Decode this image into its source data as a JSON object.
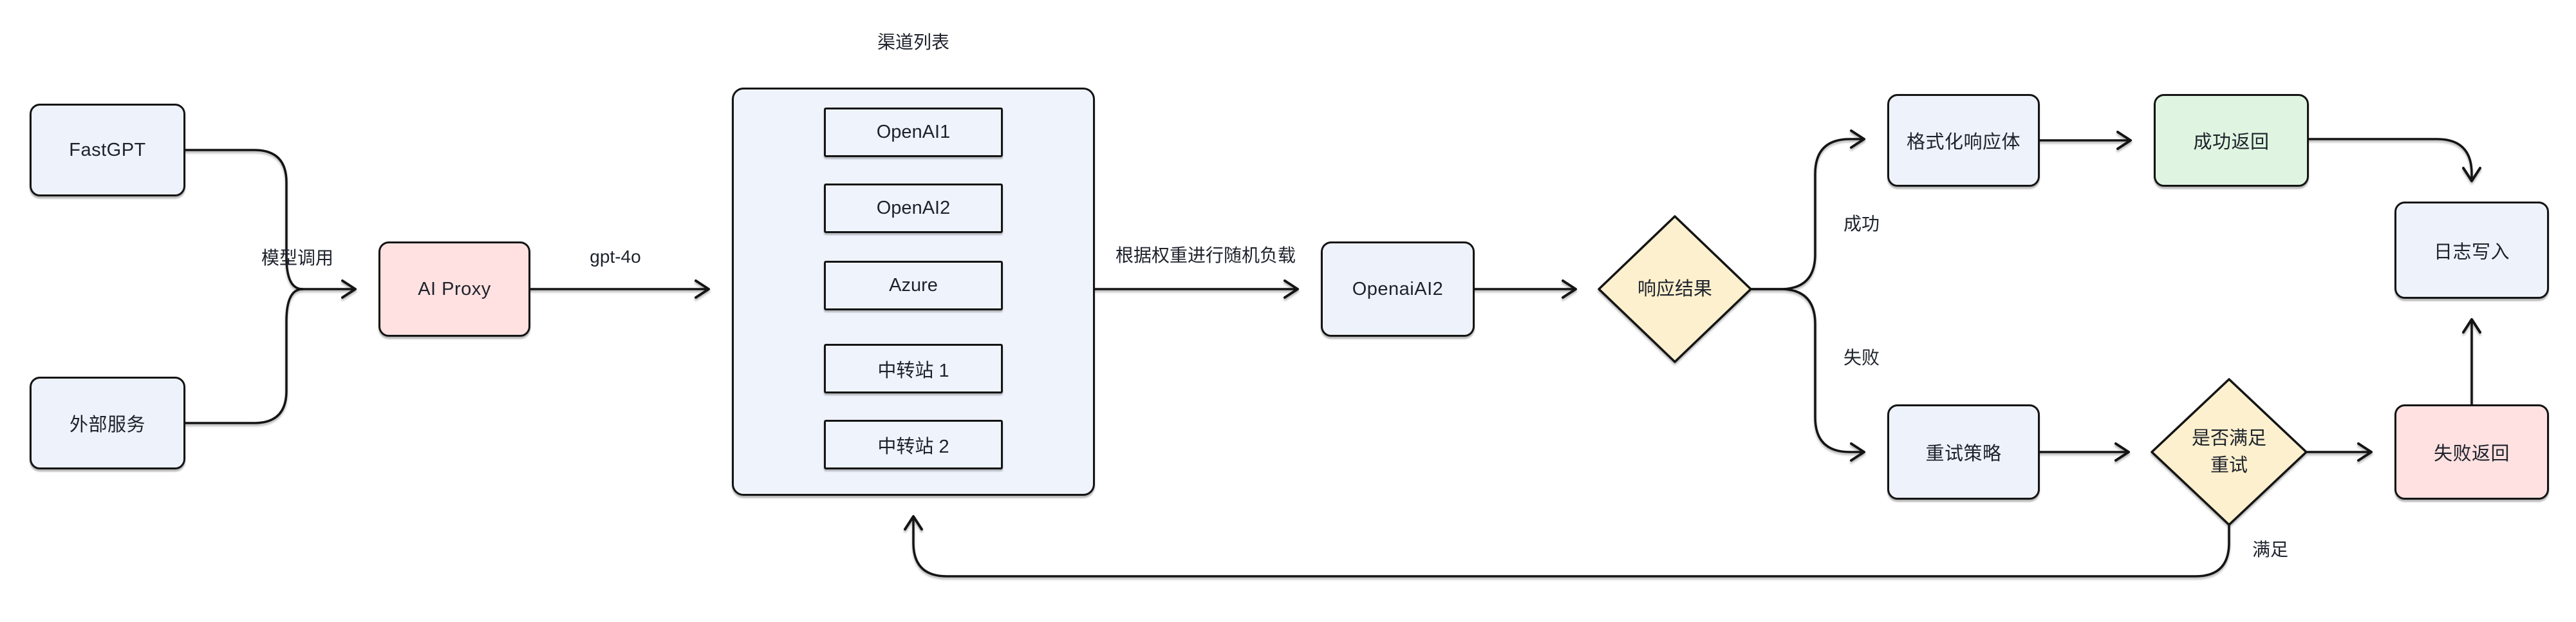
{
  "diagram": {
    "background": "#ffffff",
    "nodes": {
      "fastgpt": {
        "label": "FastGPT"
      },
      "external_service": {
        "label": "外部服务"
      },
      "ai_proxy": {
        "label": "AI Proxy"
      },
      "channel_list": {
        "title": "渠道列表",
        "channels": [
          {
            "label": "OpenAI1"
          },
          {
            "label": "OpenAI2"
          },
          {
            "label": "Azure"
          },
          {
            "label": "中转站 1"
          },
          {
            "label": "中转站 2"
          }
        ]
      },
      "selected_channel": {
        "label": "OpenaiAI2"
      },
      "response_result": {
        "label": "响应结果"
      },
      "format_response": {
        "label": "格式化响应体"
      },
      "success_return": {
        "label": "成功返回"
      },
      "log_write": {
        "label": "日志写入"
      },
      "retry_strategy": {
        "label": "重试策略"
      },
      "retry_check": {
        "label": "是否满足\n重试"
      },
      "fail_return": {
        "label": "失败返回"
      }
    },
    "edge_labels": {
      "model_call": "模型调用",
      "model_name": "gpt-4o",
      "load_balance": "根据权重进行随机负载",
      "success": "成功",
      "fail": "失败",
      "satisfied": "满足"
    },
    "colors": {
      "node_blue_fill": "#eef2fb",
      "container_fill": "#eff3fc",
      "pink_fill": "#ffe1e1",
      "yellow_fill": "#fcf0ce",
      "green_fill": "#dff5e1",
      "stroke": "#141414",
      "text": "#1e222b",
      "background": "#ffffff"
    }
  }
}
